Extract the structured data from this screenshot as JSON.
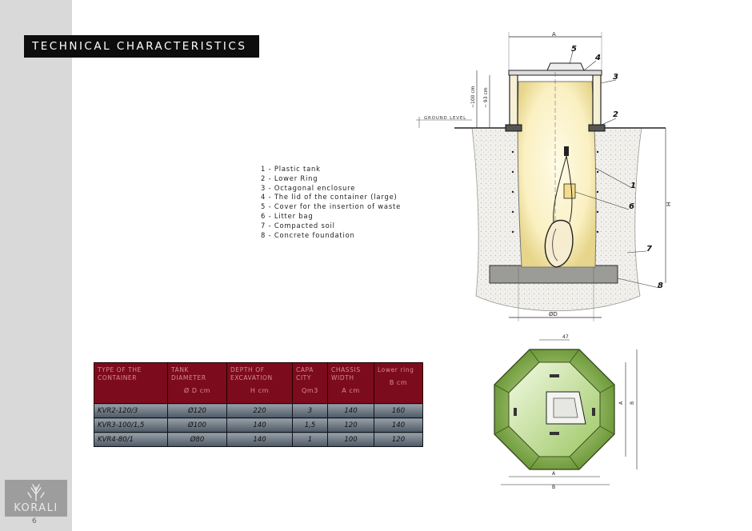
{
  "page": {
    "title": "TECHNICAL CHARACTERISTICS",
    "number": "6"
  },
  "logo": {
    "text": "KORALI"
  },
  "legend": [
    "1 - Plastic tank",
    "2 - Lower Ring",
    "3 - Octagonal enclosure",
    "4 - The lid of the container (large)",
    "5 - Cover for the insertion of waste",
    "6 - Litter bag",
    "7 - Compacted soil",
    "8 - Concrete foundation"
  ],
  "diagram": {
    "ground_level": "GROUND LEVEL",
    "dim_a": "A",
    "dim_h": "H",
    "dim_d": "ØD",
    "dim_100": "~100 cm",
    "dim_93": "~ 93 cm",
    "callouts": [
      "1",
      "2",
      "3",
      "4",
      "5",
      "6",
      "7",
      "8"
    ]
  },
  "plan": {
    "dim_top": "47",
    "dim_a": "A",
    "dim_b": "B",
    "dim_a_side": "A",
    "dim_b_side": "B"
  },
  "table": {
    "headers": [
      {
        "label": "TYPE OF THE CONTAINER",
        "unit": ""
      },
      {
        "label": "TANK DIAMETER",
        "unit": "Ø D cm"
      },
      {
        "label": "DEPTH OF EXCAVATION",
        "unit": "H cm"
      },
      {
        "label": "CAPA CITY",
        "unit": "Qm3"
      },
      {
        "label": "CHASSIS WIDTH",
        "unit": "A cm"
      },
      {
        "label": "Lower ring",
        "unit": "B cm"
      }
    ],
    "rows": [
      [
        "KVR2-120/3",
        "Ø120",
        "220",
        "3",
        "140",
        "160"
      ],
      [
        "KVR3-100/1,5",
        "Ø100",
        "140",
        "1,5",
        "120",
        "140"
      ],
      [
        "KVR4-80/1",
        "Ø80",
        "140",
        "1",
        "100",
        "120"
      ]
    ]
  },
  "colors": {
    "title_bg": "#0d0d0d",
    "header_bg": "#7d0b1e",
    "header_text": "#d78a94",
    "sidebar": "#d9d9d9",
    "green": "#6a9a32"
  }
}
